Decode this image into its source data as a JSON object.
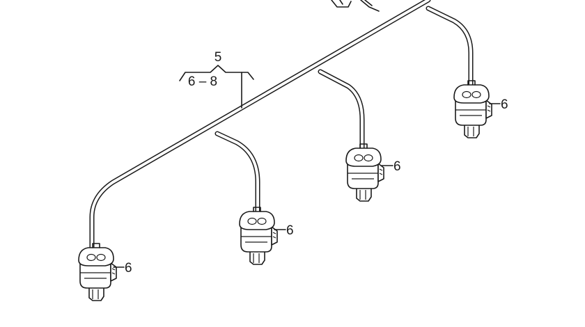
{
  "callouts": {
    "group_top": "5",
    "group_bottom": "6 – 8",
    "connector_1": "6",
    "connector_2": "6",
    "connector_3": "6",
    "connector_4": "6"
  }
}
